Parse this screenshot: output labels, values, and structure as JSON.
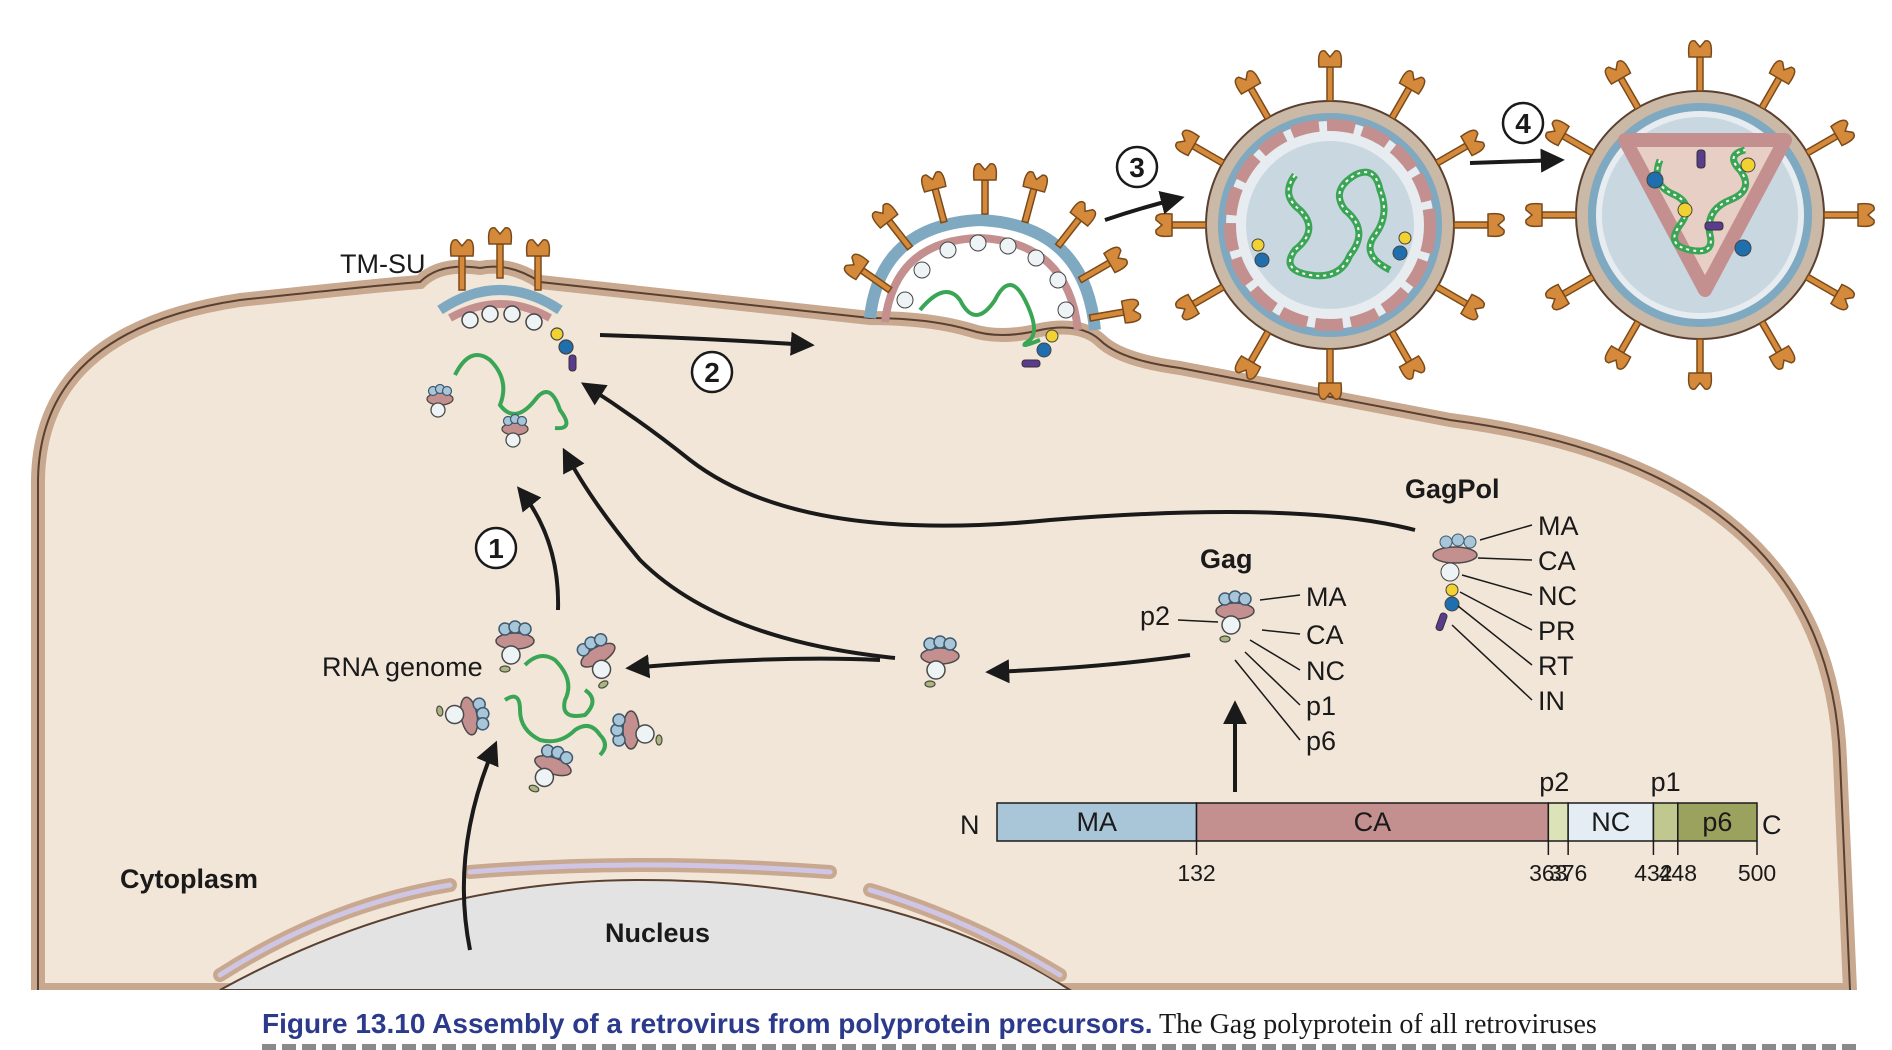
{
  "labels": {
    "tm_su": "TM-SU",
    "rna_genome": "RNA genome",
    "cytoplasm": "Cytoplasm",
    "nucleus": "Nucleus",
    "gag": "Gag",
    "gagpol": "GagPol",
    "p2_side": "p2"
  },
  "steps": [
    "1",
    "2",
    "3",
    "4"
  ],
  "gag_domains": [
    "MA",
    "CA",
    "NC",
    "p1",
    "p6"
  ],
  "gagpol_domains": [
    "MA",
    "CA",
    "NC",
    "PR",
    "RT",
    "IN"
  ],
  "bar": {
    "n_label": "N",
    "c_label": "C",
    "segments": [
      {
        "label": "MA",
        "start": 1,
        "end": 132,
        "color": "#a9c6d9"
      },
      {
        "label": "CA",
        "start": 132,
        "end": 363,
        "color": "#c48f8f"
      },
      {
        "label": "p2",
        "start": 363,
        "end": 376,
        "color": "#dde3b8"
      },
      {
        "label": "NC",
        "start": 376,
        "end": 432,
        "color": "#e3edf3"
      },
      {
        "label": "p1",
        "start": 432,
        "end": 448,
        "color": "#c0c88f"
      },
      {
        "label": "p6",
        "start": 448,
        "end": 500,
        "color": "#9aa25e"
      }
    ],
    "ticks": [
      "132",
      "363",
      "376",
      "432",
      "448",
      "500"
    ]
  },
  "colors": {
    "cytoplasm": "#f2e6d8",
    "membrane": "#c8a88f",
    "nucleus": "#e3e3e3",
    "ma": "#a9c6d9",
    "ca": "#c48f8f",
    "rna": "#3aa655",
    "pr": "#f2d230",
    "rt": "#1f6fae",
    "in": "#5a3b8c",
    "envelope": "#d48a3a"
  },
  "caption": {
    "title": "Figure 13.10  Assembly of a retrovirus from polyprotein precursors.",
    "body": " The Gag polyprotein of all retroviruses"
  }
}
